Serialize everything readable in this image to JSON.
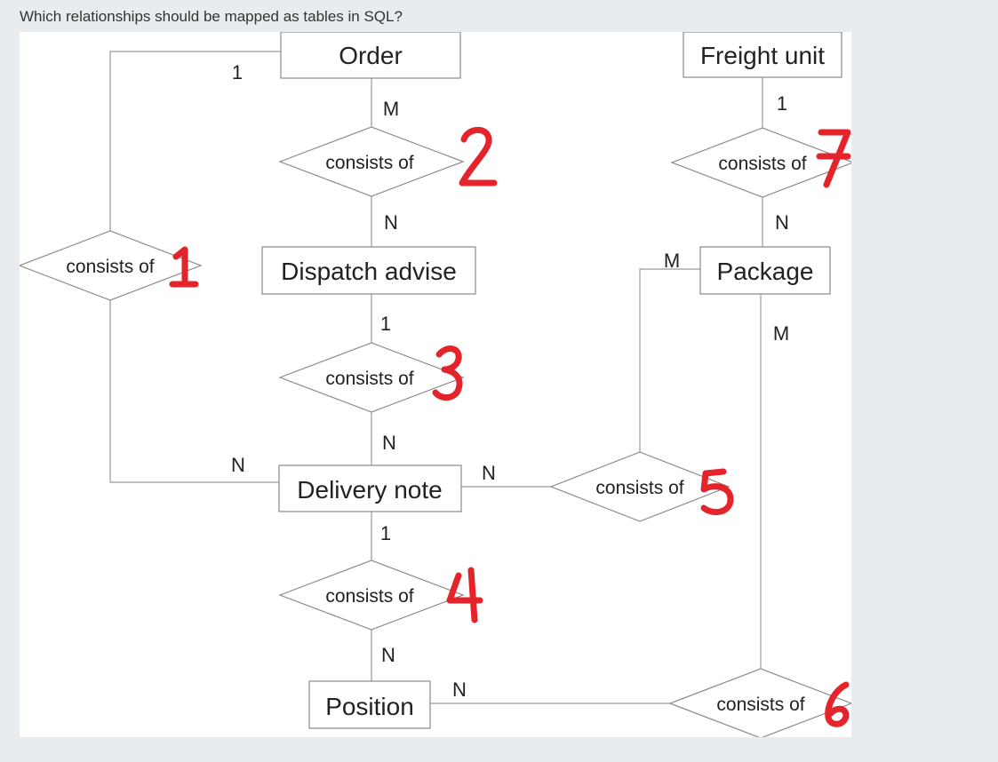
{
  "question": "Which relationships should be mapped as tables in SQL?",
  "entities": {
    "order": "Order",
    "freight_unit": "Freight unit",
    "dispatch_advise": "Dispatch advise",
    "package": "Package",
    "delivery_note": "Delivery note",
    "position": "Position"
  },
  "relationships": {
    "r1": "consists of",
    "r2": "consists of",
    "r3": "consists of",
    "r4": "consists of",
    "r5": "consists of",
    "r6": "consists of",
    "r7": "consists of"
  },
  "cardinalities": {
    "r1_order": "1",
    "r1_delivery": "N",
    "r2_order": "M",
    "r2_dispatch": "N",
    "r3_dispatch": "1",
    "r3_delivery": "N",
    "r4_delivery": "1",
    "r4_position": "N",
    "r5_delivery": "N",
    "r5_package": "M",
    "r6_position": "N",
    "r6_package": "M",
    "r7_freight": "1",
    "r7_package": "N"
  },
  "annotations": {
    "n1": "1",
    "n2": "2",
    "n3": "3",
    "n4": "4",
    "n5": "5",
    "n6": "6",
    "n7": "7"
  },
  "colors": {
    "annotation": "#e5232b",
    "line": "#999999"
  }
}
